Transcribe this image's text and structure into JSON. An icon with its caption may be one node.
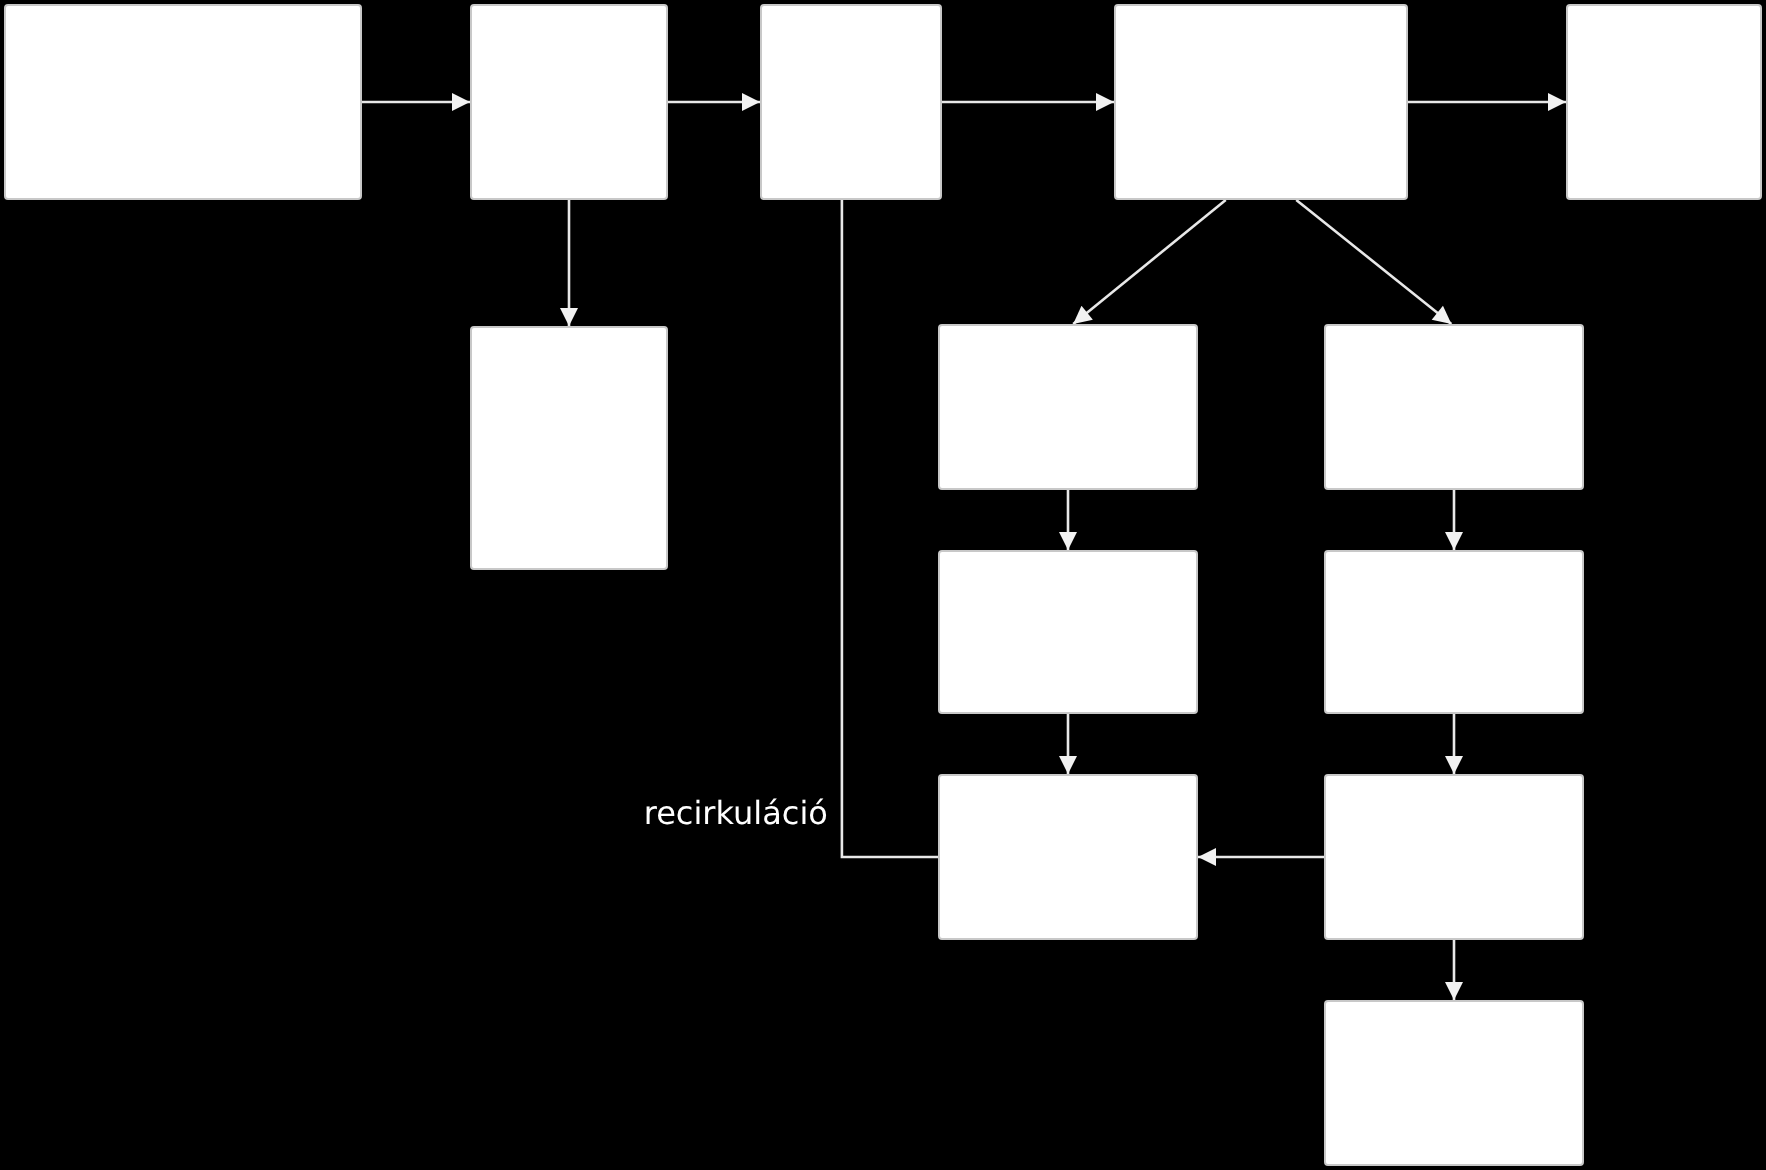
{
  "diagram": {
    "nodes": [
      {
        "text": [],
        "shape": "box"
      },
      {
        "text": [],
        "shape": "box"
      },
      {
        "text": [],
        "shape": "box"
      },
      {
        "text": [],
        "shape": "box"
      },
      {
        "text": [],
        "shape": "box"
      },
      {
        "text": [],
        "shape": "box"
      },
      {
        "text": [],
        "shape": "box"
      },
      {
        "text": [],
        "shape": "box"
      },
      {
        "text": [],
        "shape": "box"
      },
      {
        "text": [],
        "shape": "box"
      },
      {
        "text": [],
        "shape": "box"
      },
      {
        "text": [],
        "shape": "box"
      },
      {
        "text": [],
        "shape": "box"
      }
    ],
    "edges": [
      {
        "from": 0,
        "to": 1,
        "arrow": "to"
      },
      {
        "from": 1,
        "to": 2,
        "arrow": "to"
      },
      {
        "from": 2,
        "to": 3,
        "arrow": "to"
      },
      {
        "from": 3,
        "to": 4,
        "arrow": "to"
      },
      {
        "from": 1,
        "to": 5,
        "arrow": "to"
      },
      {
        "from": 3,
        "to": 6,
        "arrow": "to"
      },
      {
        "from": 3,
        "to": 7,
        "arrow": "to"
      },
      {
        "from": 6,
        "to": 8,
        "arrow": "to"
      },
      {
        "from": 7,
        "to": 9,
        "arrow": "to"
      },
      {
        "from": 8,
        "to": 10,
        "arrow": "to"
      },
      {
        "from": 9,
        "to": 11,
        "arrow": "to"
      },
      {
        "from": 11,
        "to": 10,
        "arrow": "to"
      },
      {
        "from": 11,
        "to": 12,
        "arrow": "to"
      },
      {
        "from": 2,
        "to": 10,
        "arrow": "none",
        "label": "recirkuláció"
      }
    ]
  }
}
